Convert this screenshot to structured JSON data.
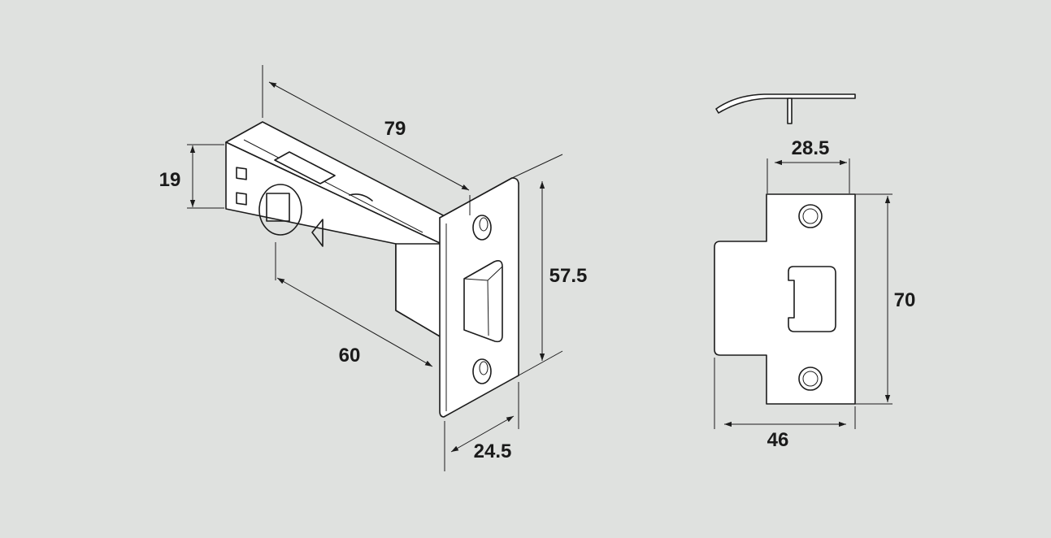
{
  "colors": {
    "background": "#dfe1df",
    "line": "#1c1c1c",
    "part_fill": "#ffffff"
  },
  "latch": {
    "dimensions": {
      "length_overall": "79",
      "backset": "60",
      "case_height": "19",
      "forend_height": "57.5",
      "forend_width": "24.5"
    }
  },
  "strike_plate": {
    "dimensions": {
      "lip_depth": "28.5",
      "height": "70",
      "width": "46"
    }
  }
}
